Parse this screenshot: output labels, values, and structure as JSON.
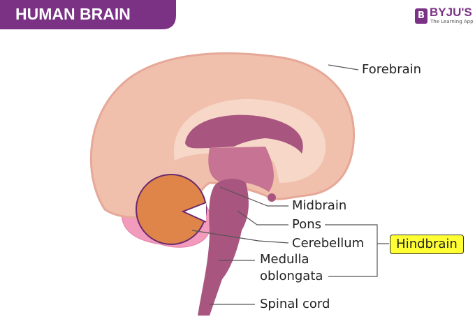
{
  "header": {
    "title": "HUMAN BRAIN",
    "color": "#7b3285"
  },
  "logo": {
    "mark": "B",
    "name": "BYJU'S",
    "tagline": "The Learning App"
  },
  "labels": {
    "forebrain": "Forebrain",
    "midbrain": "Midbrain",
    "pons": "Pons",
    "cerebellum": "Cerebellum",
    "medulla_line1": "Medulla",
    "medulla_line2": "oblongata",
    "spinal_cord": "Spinal cord",
    "hindbrain": "Hindbrain"
  },
  "colors": {
    "cerebrum": "#f0c0ad",
    "brainstem": "#a8557f",
    "cerebellum": "#e0854a",
    "hindbrain_highlight": "#ffff33"
  }
}
